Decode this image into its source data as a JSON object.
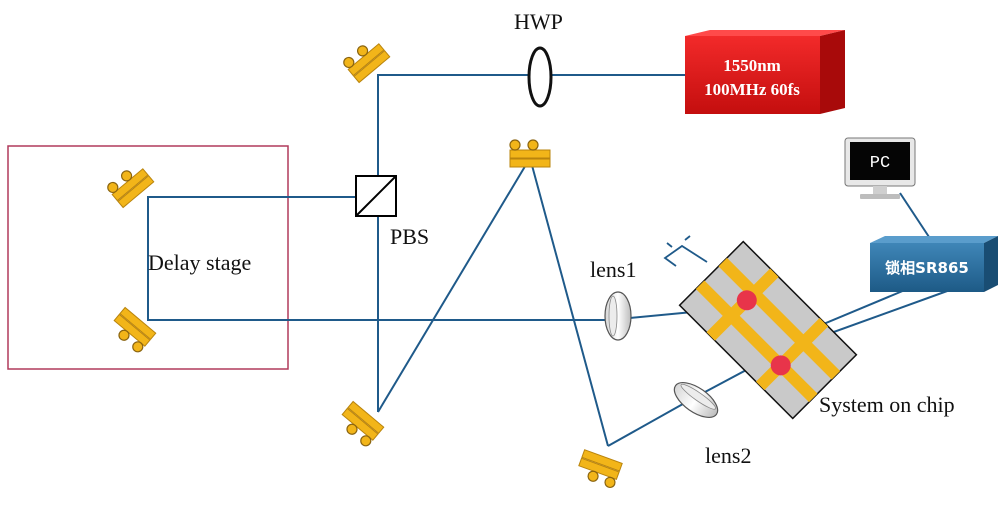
{
  "labels": {
    "hwp": "HWP",
    "pbs": "PBS",
    "delay_stage": "Delay stage",
    "lens1": "lens1",
    "lens2": "lens2",
    "system_on_chip": "System on chip"
  },
  "laser": {
    "line1": "1550nm",
    "line2": "100MHz 60fs"
  },
  "pc": {
    "label": "PC"
  },
  "lockin": {
    "label": "锁相SR865"
  },
  "colors": {
    "beam": "#1f5a8a",
    "laser": "#e01818",
    "mirror": "#f2b519",
    "delay_box": "#b03a5b",
    "chip": "#c9c9c9",
    "waveguide": "#f2b519",
    "spot": "#e8344a",
    "lockin": "#2c6f9c"
  },
  "icons": {
    "mirror": "mirror-mount-icon",
    "beamsplitter": "polarizing-beam-splitter-icon",
    "waveplate": "half-wave-plate-icon",
    "lens": "lens-icon",
    "monitor": "monitor-icon"
  }
}
